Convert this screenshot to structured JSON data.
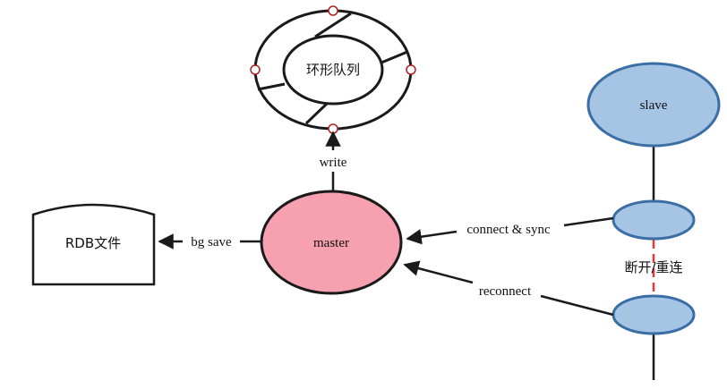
{
  "nodes": {
    "ring_queue": "环形队列",
    "master": "master",
    "rdb_file": "RDB文件",
    "slave": "slave"
  },
  "edges": {
    "write": "write",
    "bg_save": "bg save",
    "connect_sync": "connect & sync",
    "reconnect": "reconnect",
    "disconnect_reconnect": "断开/重连"
  },
  "colors": {
    "master_fill": "#f7a1b0",
    "slave_fill": "#a6c5e4",
    "stroke": "#1a1a1a",
    "node_stroke_blue": "#3a6ea5",
    "break_line": "#e23a3a"
  }
}
